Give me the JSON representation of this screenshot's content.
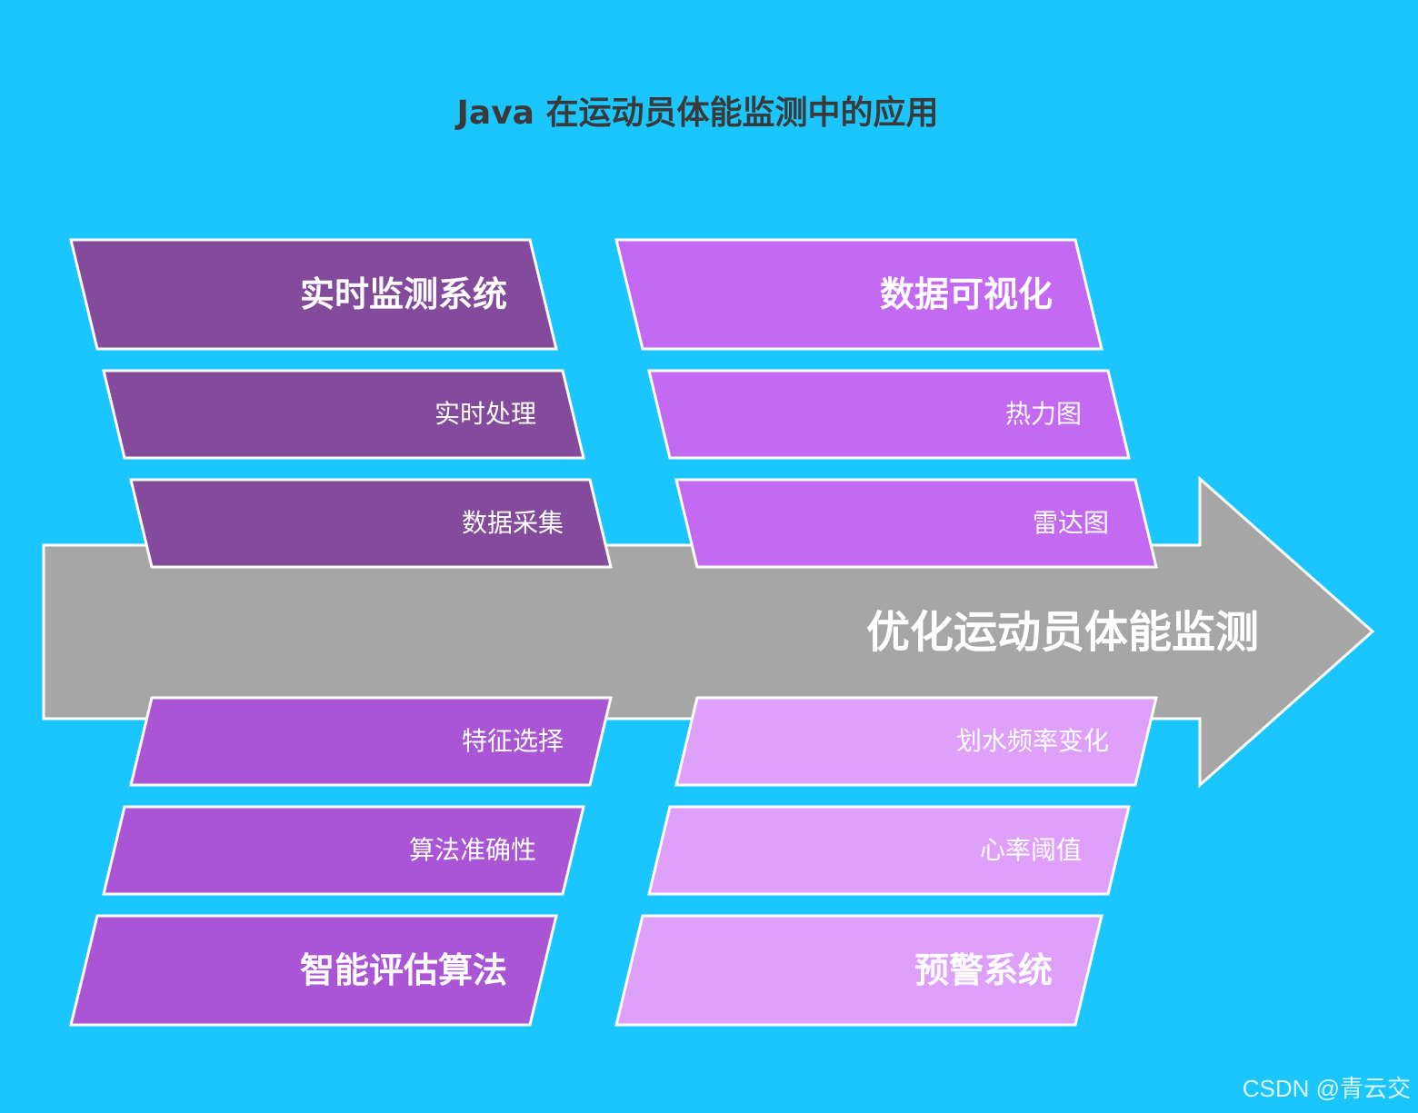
{
  "title": "Java 在运动员体能监测中的应用",
  "effect": "优化运动员体能监测",
  "colors": {
    "background": "#1bc6ff",
    "arrow": "#a6a6a6",
    "group_dark_purple": "#844a9c",
    "group_violet": "#c469f2",
    "group_medium_purple": "#aa55d6",
    "group_light_lavender": "#dea0fb"
  },
  "groups": {
    "top_left": {
      "heading": "实时监测系统",
      "items": [
        "实时处理",
        "数据采集"
      ]
    },
    "top_right": {
      "heading": "数据可视化",
      "items": [
        "热力图",
        "雷达图"
      ]
    },
    "bottom_left": {
      "heading": "智能评估算法",
      "items": [
        "特征选择",
        "算法准确性"
      ]
    },
    "bottom_right": {
      "heading": "预警系统",
      "items": [
        "划水频率变化",
        "心率阈值"
      ]
    }
  },
  "watermark": "CSDN @青云交"
}
